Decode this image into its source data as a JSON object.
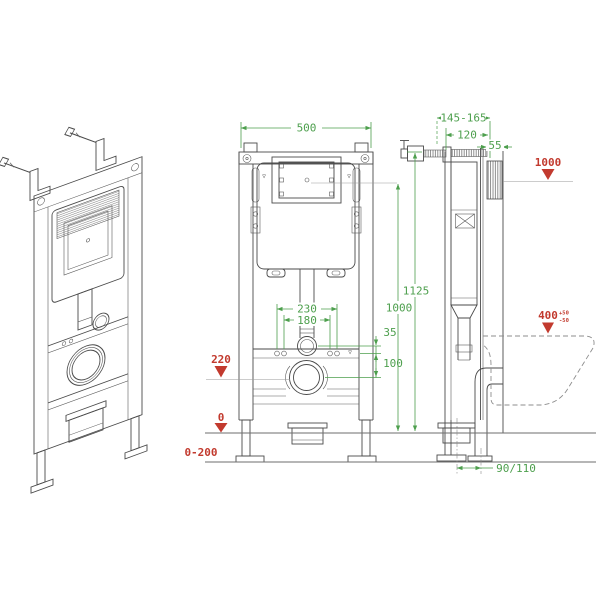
{
  "colors": {
    "dimension_green": "#4d9f4d",
    "marker_red": "#c23a2e",
    "drawing_line": "#4a4a4a"
  },
  "front_view": {
    "frame_width": "500",
    "frame_height": "1125",
    "flush_plate_center_height": "1000",
    "bolt_spacing_wide": "230",
    "bolt_spacing_narrow": "180",
    "flush_outlet_to_bolt_axis": "35",
    "bolt_axis_to_drain": "100",
    "drain_center_height": "220",
    "floor_level": "0",
    "foot_adjustment_range": "0-200"
  },
  "side_view": {
    "valve_to_wall_range": "145-165",
    "frame_depth": "120",
    "plate_thickness": "55",
    "water_supply_height": "1000",
    "bowl_rim_height": "400",
    "bowl_rim_tol_plus": "+50",
    "bowl_rim_tol_minus": "-50",
    "drain_offset": "90/110"
  },
  "symbols": {
    "water_level": "▽"
  }
}
